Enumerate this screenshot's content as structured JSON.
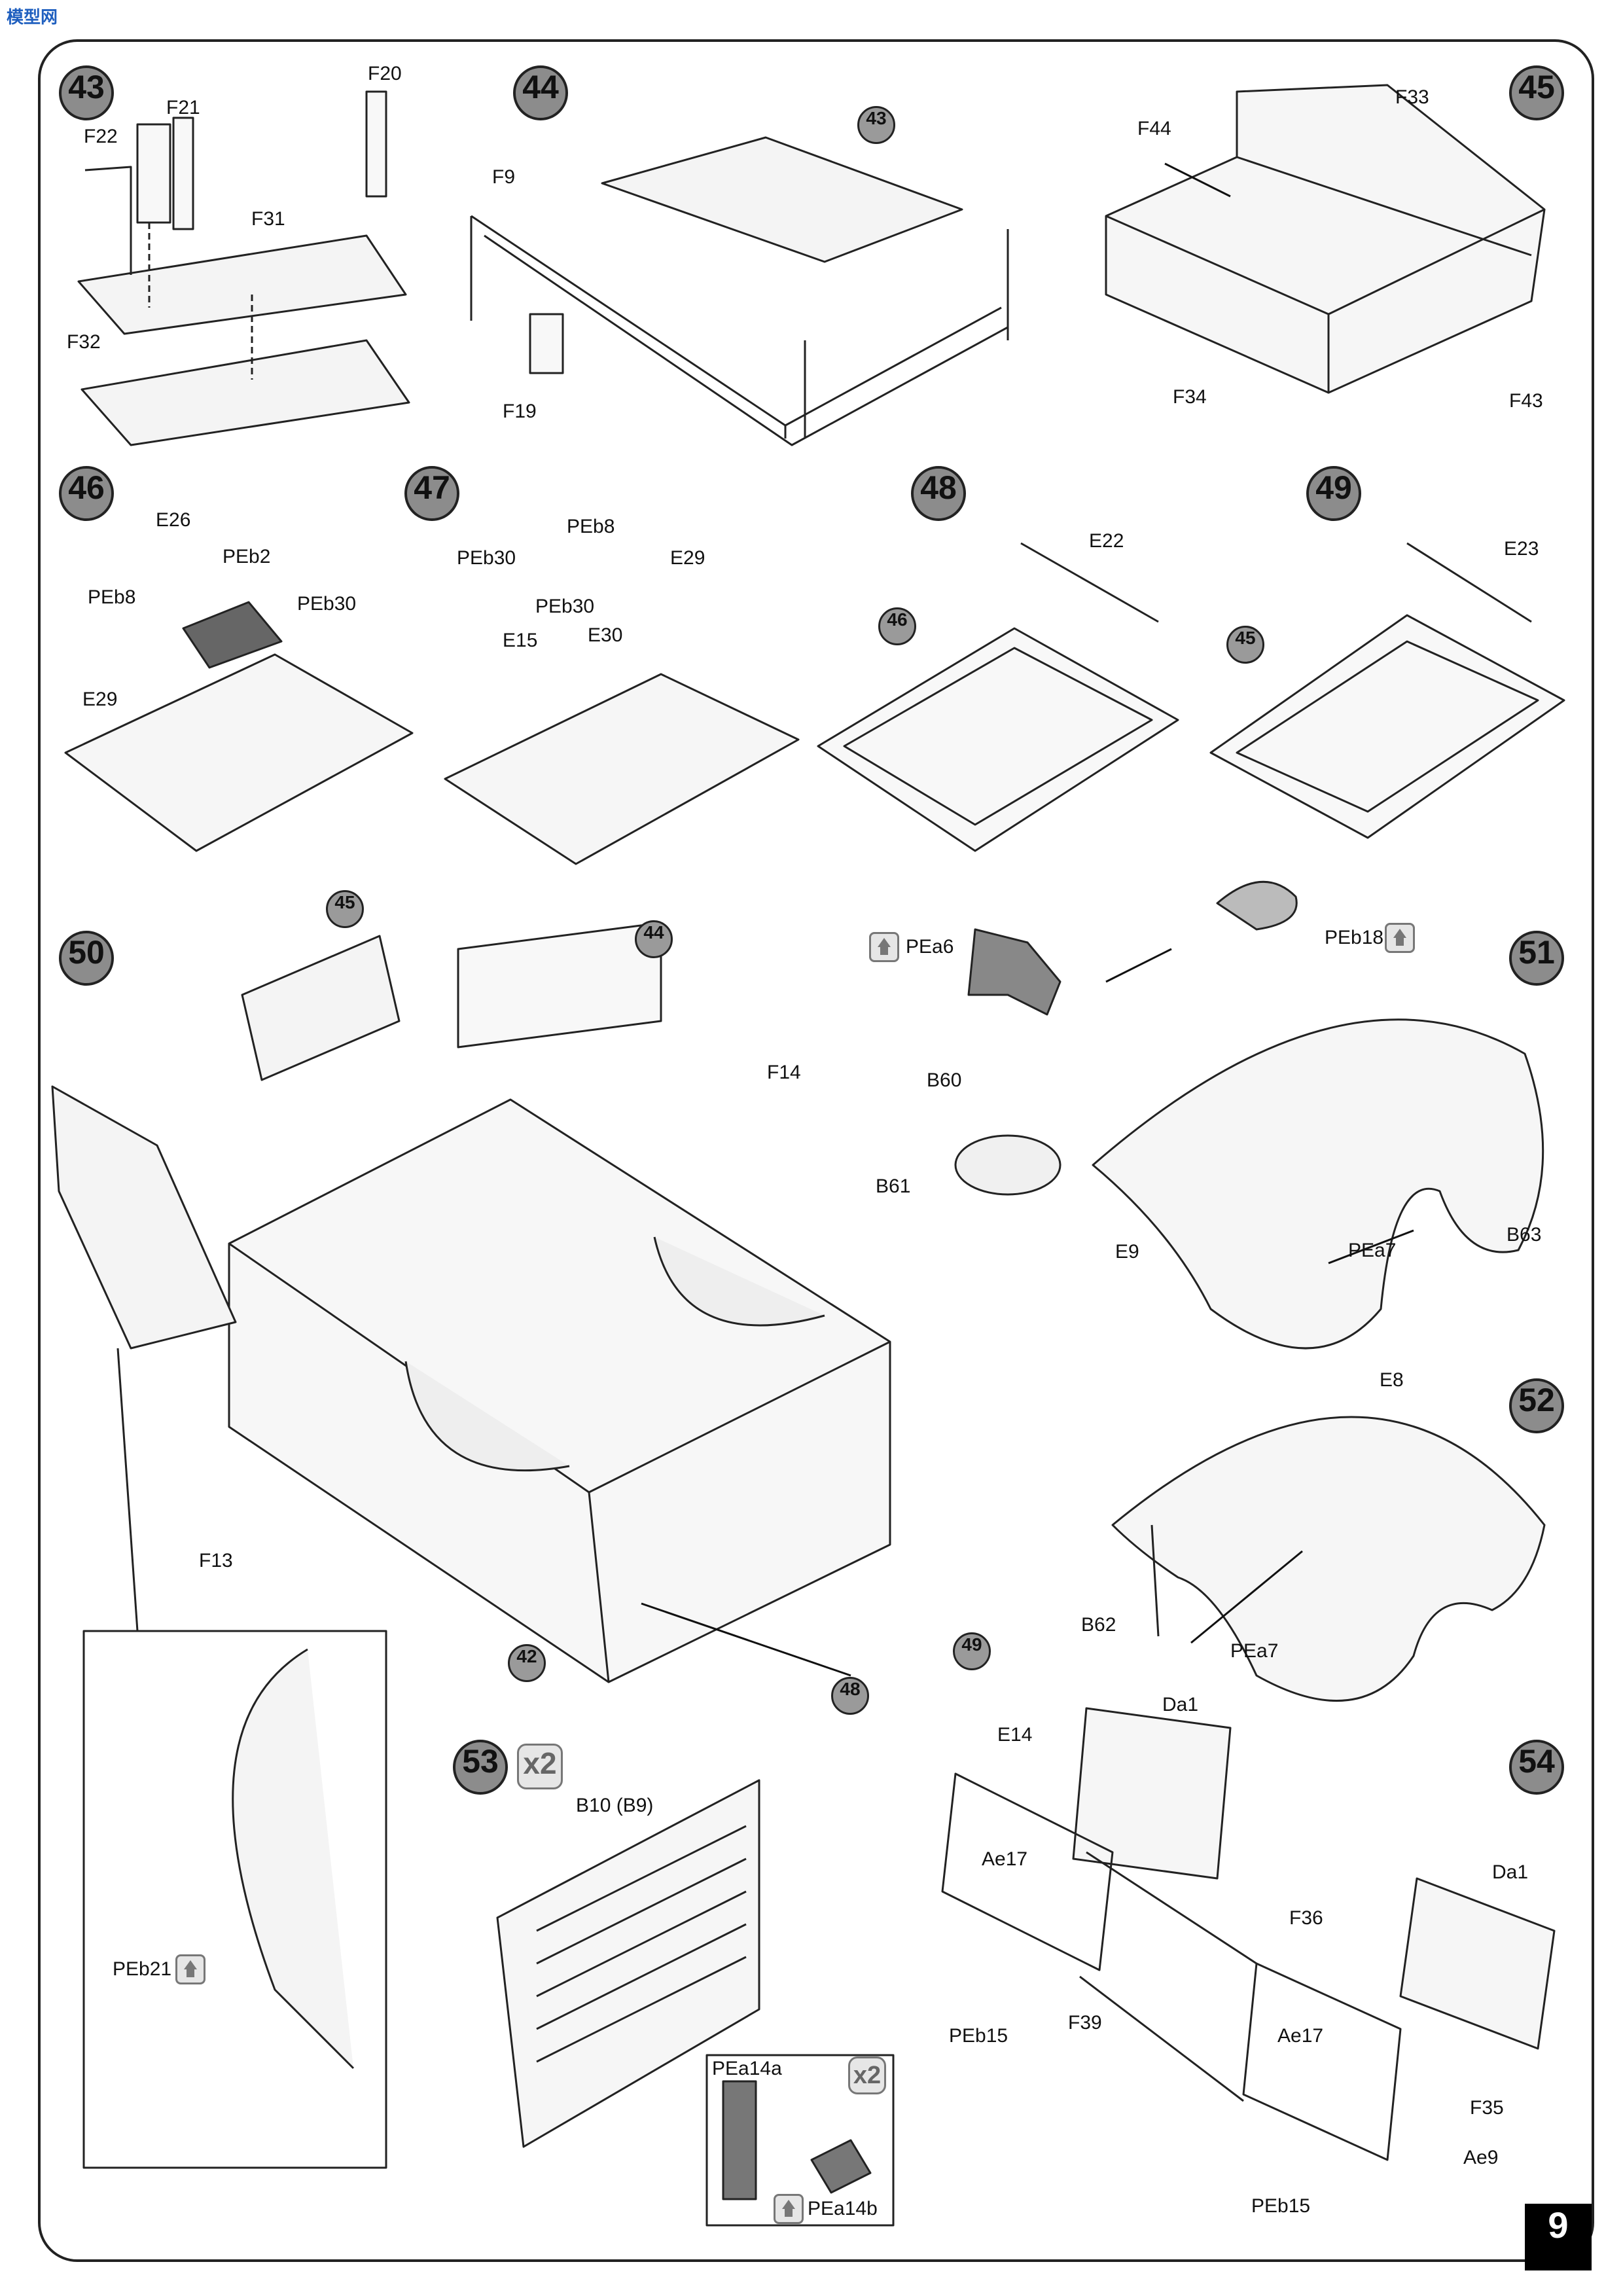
{
  "top_mark": "模型网",
  "page_number": "9",
  "steps": [
    {
      "id": "43",
      "labels": [
        "F20",
        "F21",
        "F22",
        "F31",
        "F32"
      ]
    },
    {
      "id": "44",
      "ref": "43",
      "labels": [
        "F9",
        "F19"
      ]
    },
    {
      "id": "45",
      "labels": [
        "F44",
        "F33",
        "F34",
        "F43"
      ]
    },
    {
      "id": "46",
      "labels": [
        "E26",
        "PEb2",
        "PEb8",
        "PEb30",
        "E29"
      ]
    },
    {
      "id": "47",
      "labels": [
        "PEb8",
        "E29",
        "PEb30",
        "PEb30",
        "E15",
        "E30"
      ]
    },
    {
      "id": "48",
      "ref": "46",
      "labels": [
        "E22"
      ]
    },
    {
      "id": "49",
      "ref": "45",
      "labels": [
        "E23"
      ]
    },
    {
      "id": "50",
      "refs": [
        "45",
        "44",
        "42",
        "48",
        "49"
      ],
      "labels": [
        "F14",
        "F13",
        "PEb21"
      ]
    },
    {
      "id": "51",
      "labels": [
        "PEa6",
        "B60",
        "B61",
        "PEb18",
        "E9",
        "PEa7",
        "B63"
      ]
    },
    {
      "id": "52",
      "labels": [
        "E8",
        "B62",
        "PEa7"
      ]
    },
    {
      "id": "53",
      "multiplier": "x2",
      "labels": [
        "B10 (B9)",
        "PEa14a",
        "PEa14b"
      ],
      "inset_multiplier": "x2"
    },
    {
      "id": "54",
      "labels": [
        "E14",
        "Da1",
        "Ae17",
        "F39",
        "PEb15",
        "F36",
        "Da1",
        "Ae17",
        "F35",
        "PEb15",
        "Ae9"
      ]
    }
  ]
}
